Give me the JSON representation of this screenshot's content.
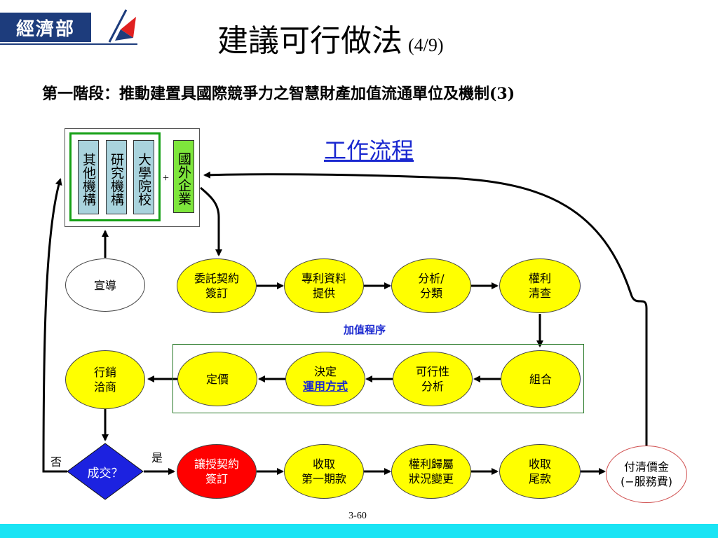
{
  "header": {
    "logo_text": "經濟部",
    "title": "建議可行做法",
    "title_suffix": "(4/9)",
    "subtitle": "第一階段：推動建置具國際競爭力之智慧財產加值流通單位及機制(3)"
  },
  "flow_title": "工作流程",
  "institutions": {
    "other_institutions": "其他機構",
    "research_institutions": "研究機構",
    "universities": "大學院校",
    "plus": "+",
    "foreign_enterprises": "國外企業"
  },
  "nodes": {
    "promotion": "宣導",
    "commission_contract": [
      "委託契約",
      "簽訂"
    ],
    "patent_data": [
      "專利資料",
      "提供"
    ],
    "analysis": [
      "分析/",
      "分類"
    ],
    "rights_check": [
      "權利",
      "清查"
    ],
    "combination": "組合",
    "feasibility": [
      "可行性",
      "分析"
    ],
    "decide": [
      "決定",
      "運用方式"
    ],
    "pricing": "定價",
    "marketing": [
      "行銷",
      "洽商"
    ],
    "deal": "成交？",
    "no": "否",
    "yes": "是",
    "transfer_contract": [
      "讓授契約",
      "簽訂"
    ],
    "first_payment": [
      "收取",
      "第一期款"
    ],
    "ownership_change": [
      "權利歸屬",
      "狀況變更"
    ],
    "final_payment": [
      "收取",
      "尾款"
    ],
    "pay_off": [
      "付清價金",
      "(−服務費)"
    ]
  },
  "value_process_label": "加值程序",
  "page_number": "3-60",
  "colors": {
    "navy": "#1d3c7c",
    "link_blue": "#1a28d0",
    "node_yellow": "#ffff00",
    "node_red": "#ff0000",
    "diamond_blue": "#1c22e0",
    "inst_blue": "#a9d3dd",
    "inst_green": "#7ee63c",
    "footer_cyan": "#1ae4f4"
  }
}
